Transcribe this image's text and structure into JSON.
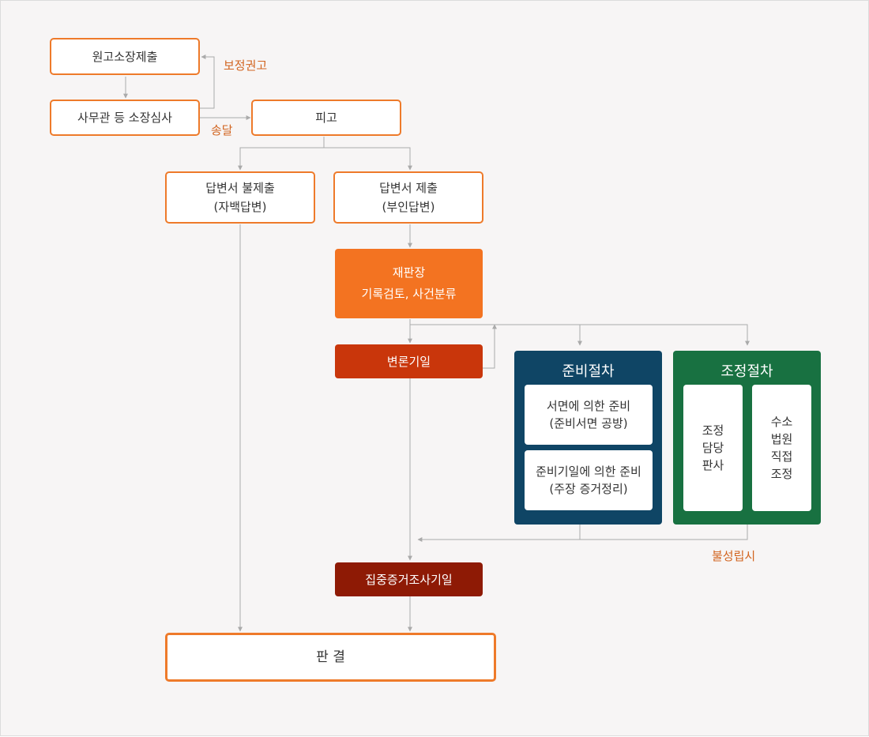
{
  "nodes": {
    "complaint": "원고소장제출",
    "review": "사무관 등 소장심사",
    "defendant": "피고",
    "no_answer": [
      "답변서 불제출",
      "(자백답변)"
    ],
    "answer": [
      "답변서 제출",
      "(부인답변)"
    ],
    "chief_judge": [
      "재판장",
      "기록검토, 사건분류"
    ],
    "hearing_date": "변론기일",
    "intensive_exam": "집중증거조사기일",
    "judgment": "판 결"
  },
  "notes": {
    "correction": "보정권고",
    "delivery": "송달",
    "failure": "불성립시"
  },
  "prep_panel": {
    "title": "준비절차",
    "items": [
      [
        "서면에 의한 준비",
        "(준비서면 공방)"
      ],
      [
        "준비기일에 의한 준비",
        "(주장 증거정리)"
      ]
    ]
  },
  "mediation_panel": {
    "title": "조정절차",
    "items": [
      [
        "조정",
        "담당",
        "판사"
      ],
      [
        "수소",
        "법원",
        "직접",
        "조정"
      ]
    ]
  },
  "colors": {
    "accent_orange": "#ee7a2a",
    "note_orange": "#d2641f",
    "chief_judge_fill": "#f37321",
    "hearing_fill": "#c9360b",
    "intensive_fill": "#8e1a05",
    "prep_panel_fill": "#0f4565",
    "mediation_panel_fill": "#187141",
    "connector": "#aaaaaa"
  }
}
